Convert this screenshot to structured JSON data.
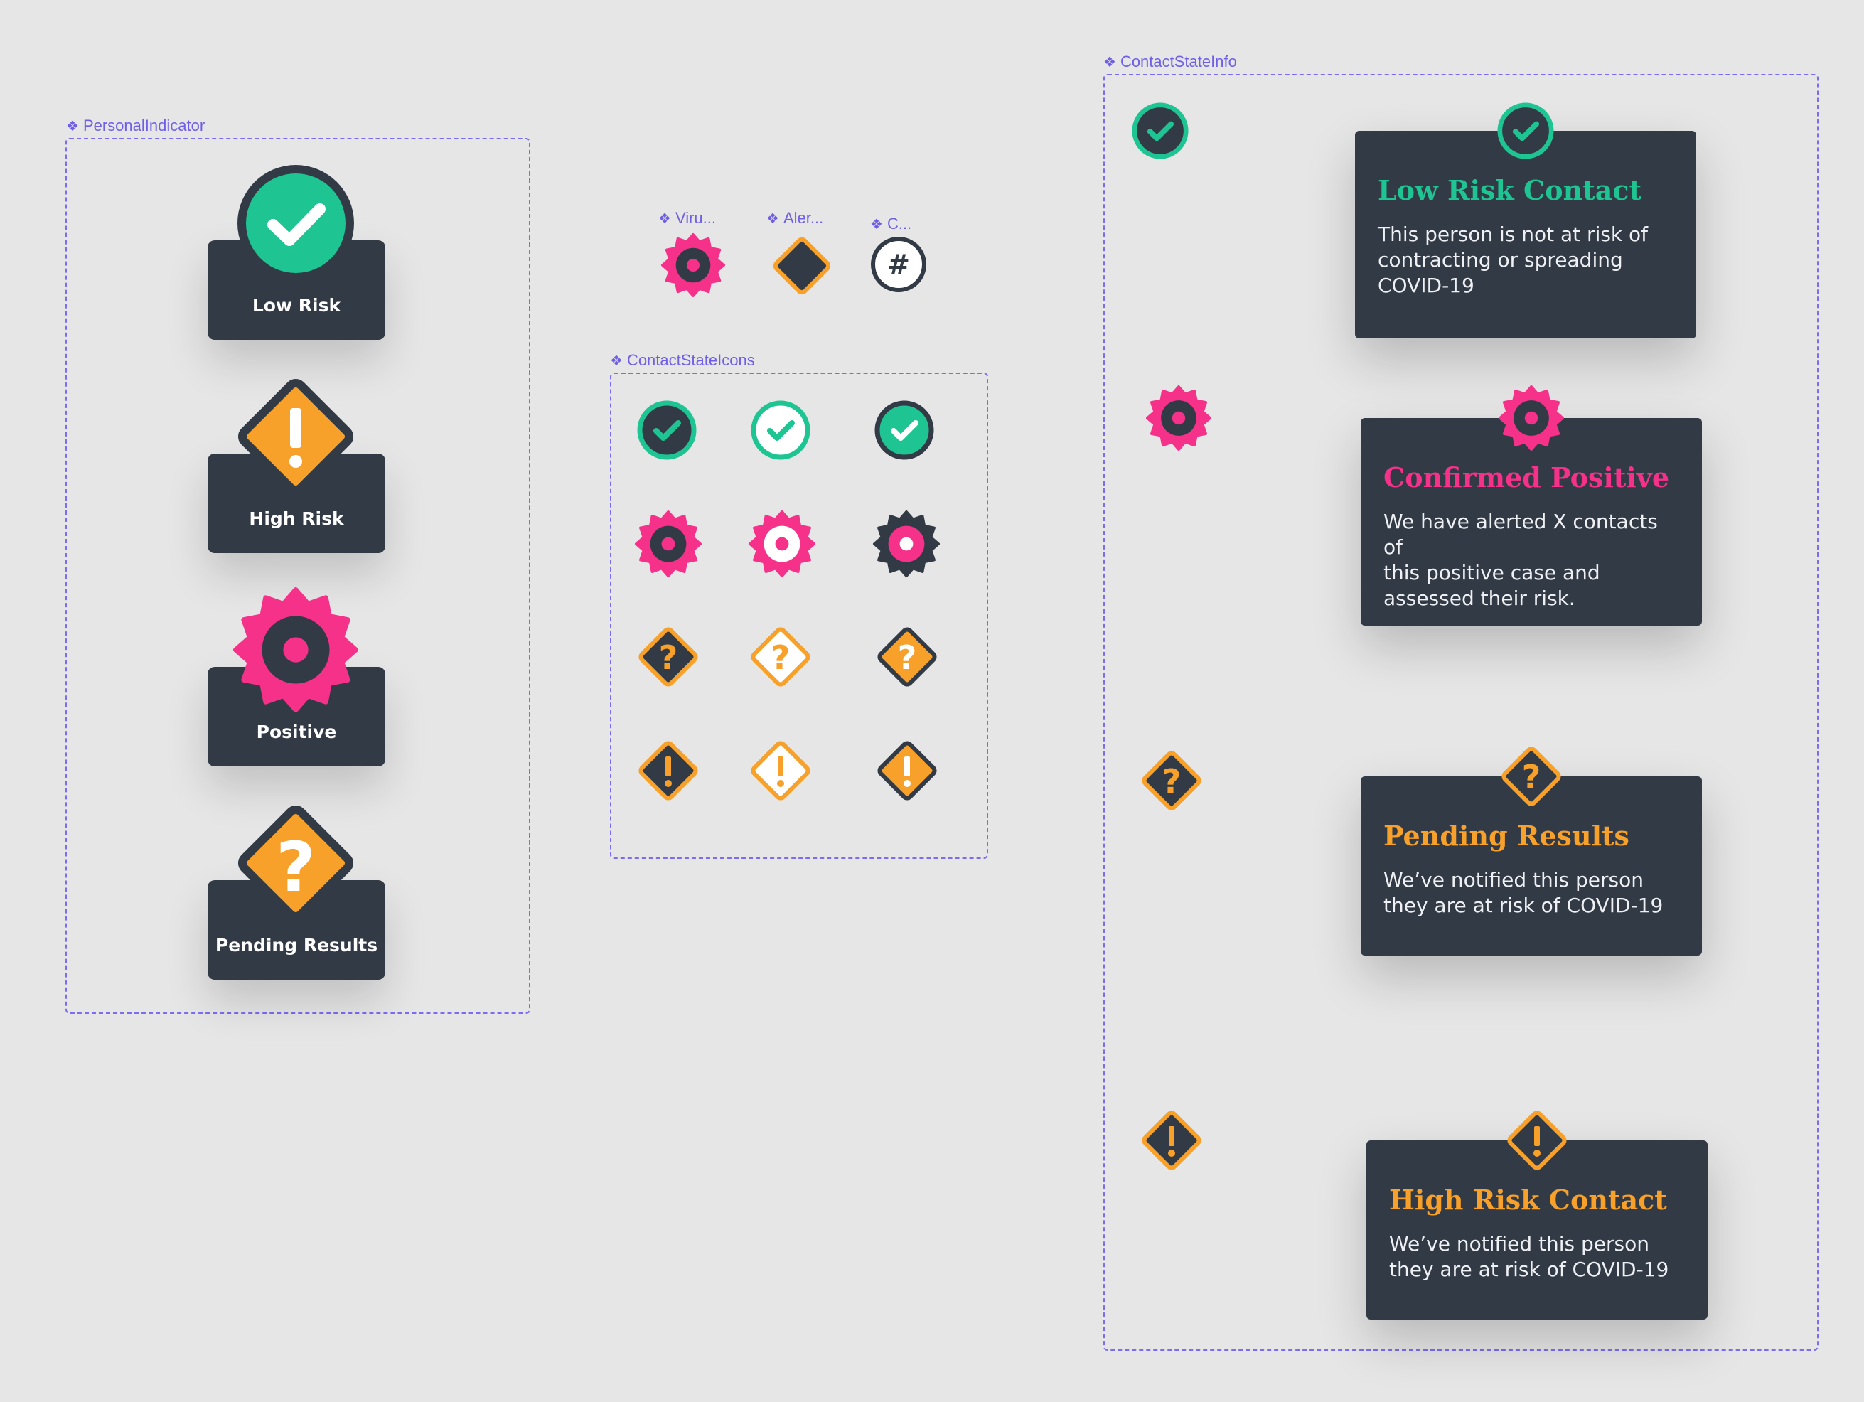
{
  "colors": {
    "background": "#e6e6e6",
    "dark": "#323a46",
    "green": "#1ec592",
    "pink": "#f5318a",
    "orange": "#f7a02a",
    "frame": "#7c6cf0"
  },
  "frames": {
    "personal": "PersonalIndicator",
    "virus": "Viru...",
    "alert": "Aler...",
    "contact": "C...",
    "icons": "ContactStateIcons",
    "info": "ContactStateInfo"
  },
  "personal_indicators": [
    {
      "label": "Low Risk",
      "icon": "check-circle-icon"
    },
    {
      "label": "High Risk",
      "icon": "exclamation-diamond-icon"
    },
    {
      "label": "Positive",
      "icon": "virus-icon"
    },
    {
      "label": "Pending Results",
      "icon": "question-diamond-icon"
    }
  ],
  "contact_info": [
    {
      "title": "Low Risk Contact",
      "text": [
        "This person is not at risk of",
        "contracting or spreading",
        "COVID-19"
      ],
      "icon": "check-circle-icon"
    },
    {
      "title": "Confirmed Positive",
      "text": [
        "We have alerted X contacts of",
        "this positive case and",
        "assessed their risk."
      ],
      "icon": "virus-icon"
    },
    {
      "title": "Pending Results",
      "text": [
        "We’ve notified this person",
        "they are at risk of COVID-19"
      ],
      "icon": "question-diamond-icon"
    },
    {
      "title": "High Risk Contact",
      "text": [
        "We’ve notified this person",
        "they are at risk of COVID-19"
      ],
      "icon": "exclamation-diamond-icon"
    }
  ],
  "contact_icon_symbol": "#"
}
